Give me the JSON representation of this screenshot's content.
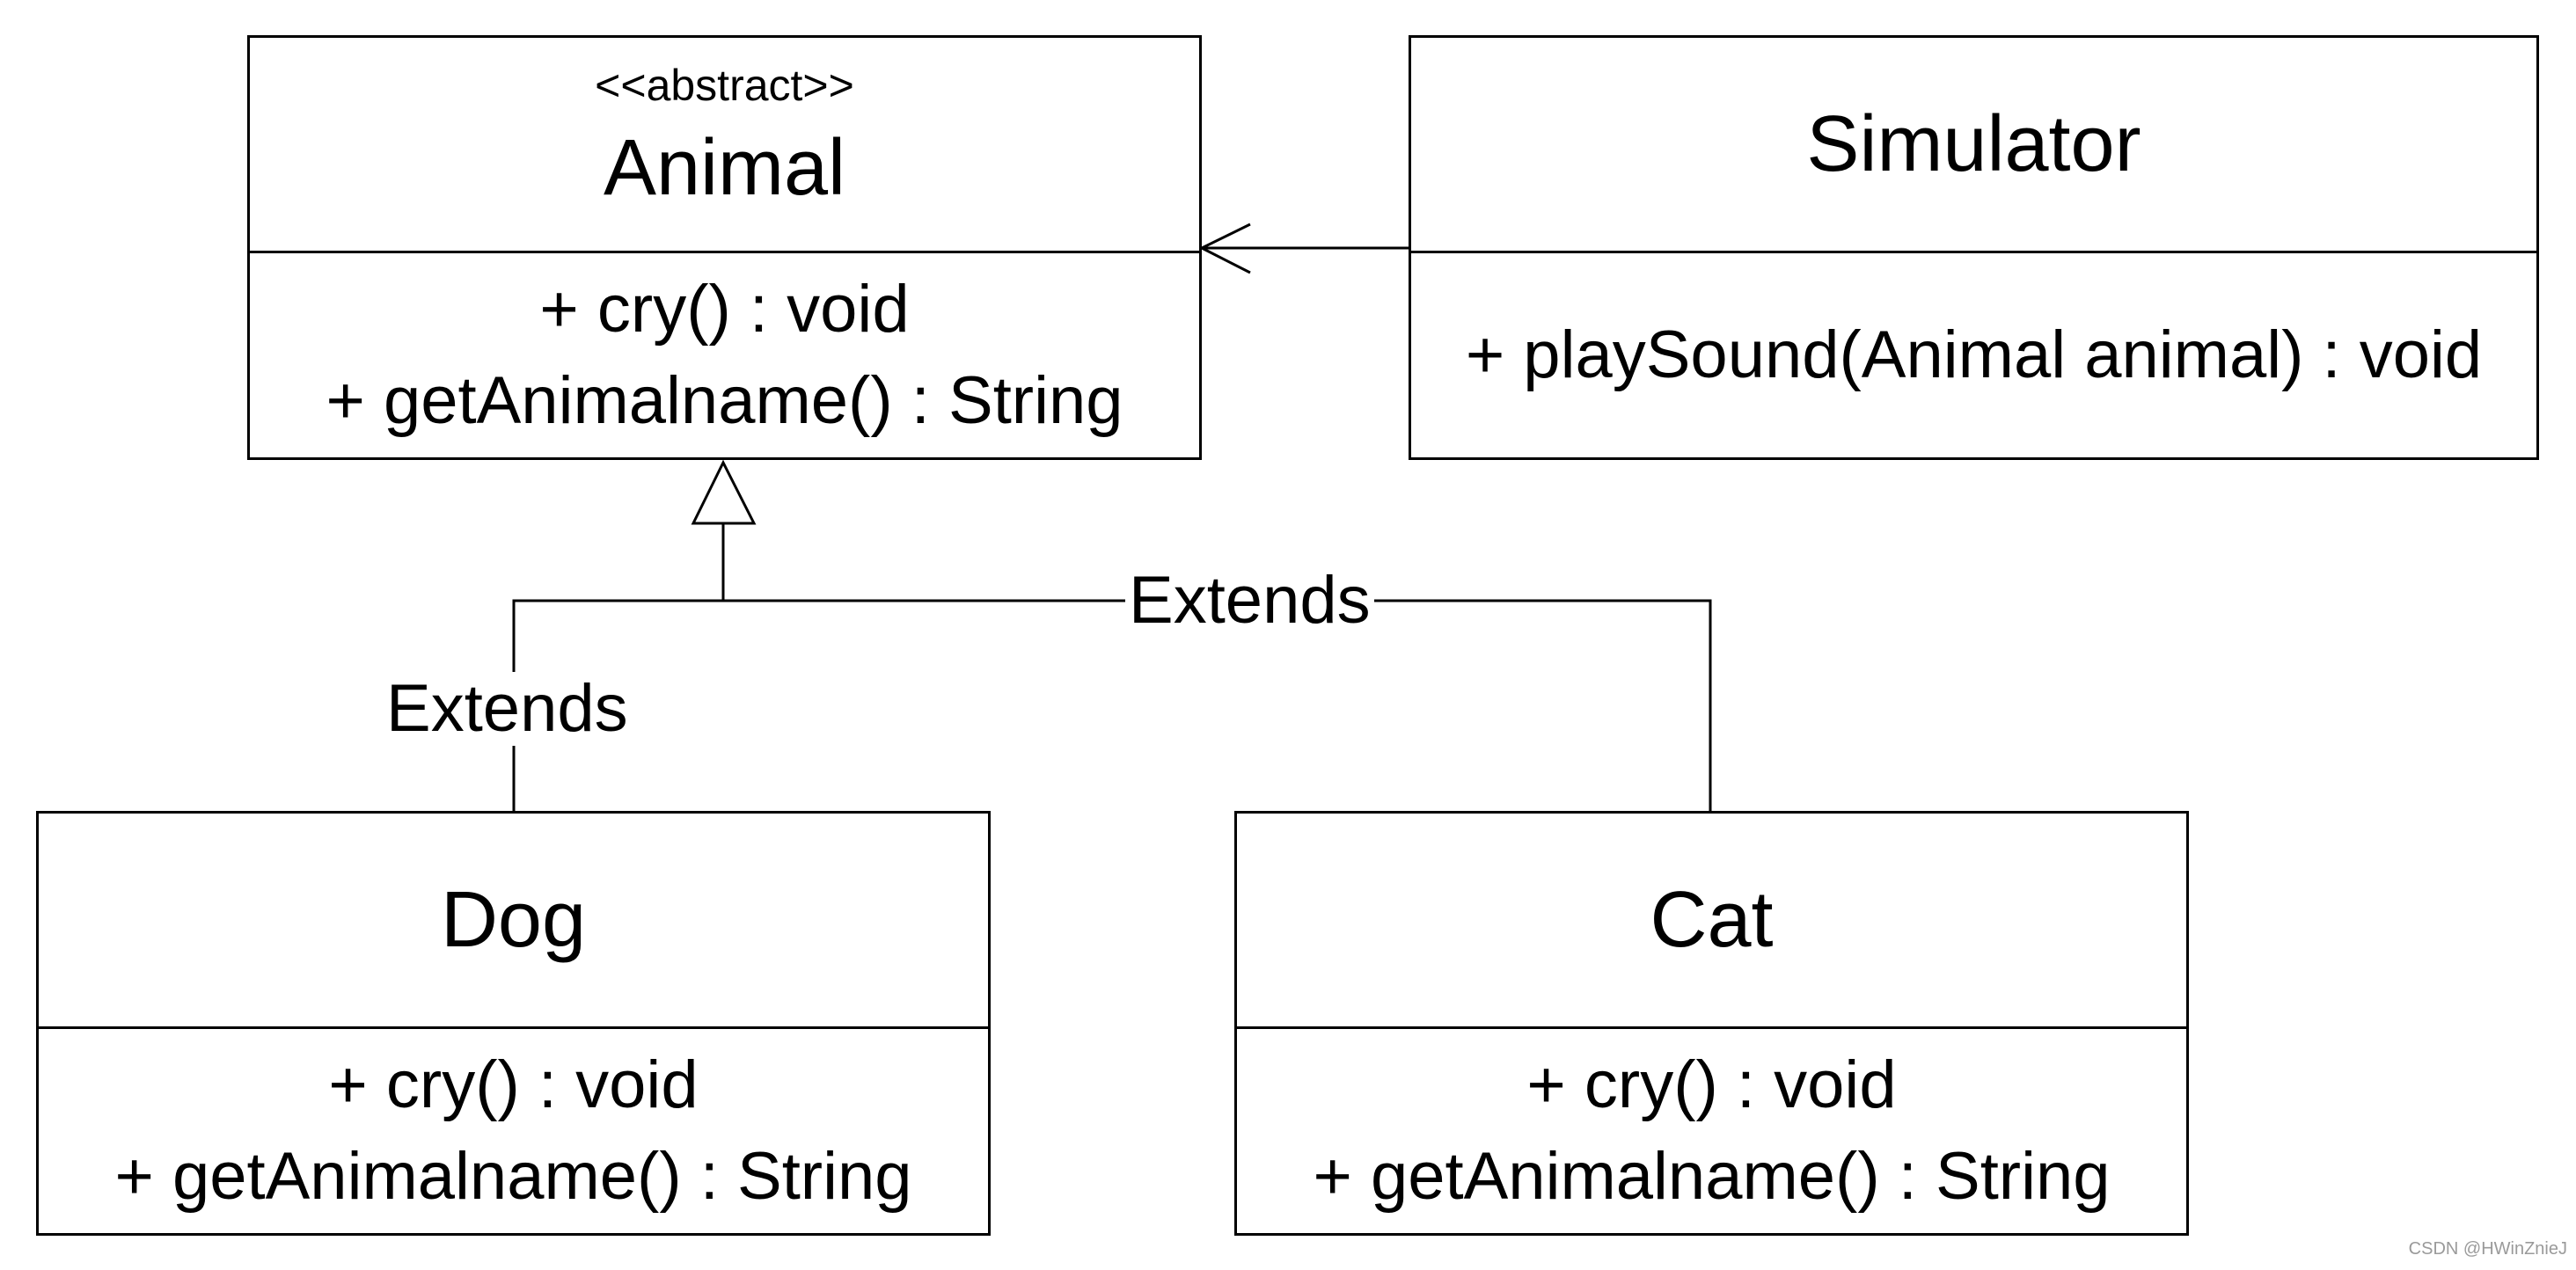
{
  "classes": {
    "animal": {
      "stereotype": "<<abstract>>",
      "name": "Animal",
      "operations": [
        "+ cry() : void",
        "+ getAnimalname() : String"
      ]
    },
    "simulator": {
      "name": "Simulator",
      "operations": [
        "+ playSound(Animal animal) : void"
      ]
    },
    "dog": {
      "name": "Dog",
      "operations": [
        "+ cry() : void",
        "+ getAnimalname() : String"
      ]
    },
    "cat": {
      "name": "Cat",
      "operations": [
        "+ cry() : void",
        "+ getAnimalname() : String"
      ]
    }
  },
  "relations": {
    "dog_extends_label": "Extends",
    "cat_extends_label": "Extends"
  },
  "watermark": "CSDN @HWinZnieJ"
}
